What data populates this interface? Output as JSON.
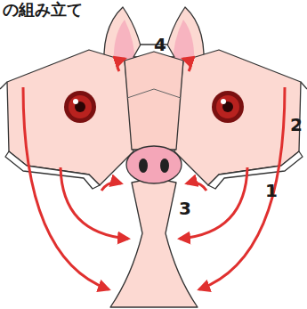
{
  "diagram": {
    "title": "の組み立て",
    "labels": [
      "4",
      "2",
      "1",
      "3"
    ]
  }
}
